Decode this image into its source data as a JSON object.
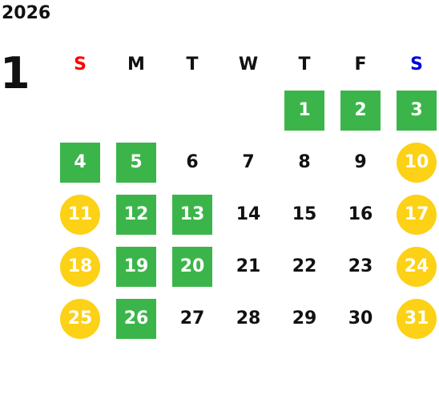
{
  "year": "2026",
  "month": "1",
  "colors": {
    "sunday_header": "#ff0000",
    "saturday_header": "#0000dd",
    "weekday_header": "#111111",
    "green_box": "#3bb54a",
    "yellow_circle": "#fcd116"
  },
  "weekdays": [
    {
      "label": "S",
      "color": "#ff0000"
    },
    {
      "label": "M",
      "color": "#111111"
    },
    {
      "label": "T",
      "color": "#111111"
    },
    {
      "label": "W",
      "color": "#111111"
    },
    {
      "label": "T",
      "color": "#111111"
    },
    {
      "label": "F",
      "color": "#111111"
    },
    {
      "label": "S",
      "color": "#0000dd"
    }
  ],
  "weeks": [
    [
      null,
      null,
      null,
      null,
      {
        "day": "1",
        "style": "green"
      },
      {
        "day": "2",
        "style": "green"
      },
      {
        "day": "3",
        "style": "green"
      }
    ],
    [
      {
        "day": "4",
        "style": "green"
      },
      {
        "day": "5",
        "style": "green"
      },
      {
        "day": "6",
        "style": "plain"
      },
      {
        "day": "7",
        "style": "plain"
      },
      {
        "day": "8",
        "style": "plain"
      },
      {
        "day": "9",
        "style": "plain"
      },
      {
        "day": "10",
        "style": "yellow"
      }
    ],
    [
      {
        "day": "11",
        "style": "yellow"
      },
      {
        "day": "12",
        "style": "green"
      },
      {
        "day": "13",
        "style": "green"
      },
      {
        "day": "14",
        "style": "plain"
      },
      {
        "day": "15",
        "style": "plain"
      },
      {
        "day": "16",
        "style": "plain"
      },
      {
        "day": "17",
        "style": "yellow"
      }
    ],
    [
      {
        "day": "18",
        "style": "yellow"
      },
      {
        "day": "19",
        "style": "green"
      },
      {
        "day": "20",
        "style": "green"
      },
      {
        "day": "21",
        "style": "plain"
      },
      {
        "day": "22",
        "style": "plain"
      },
      {
        "day": "23",
        "style": "plain"
      },
      {
        "day": "24",
        "style": "yellow"
      }
    ],
    [
      {
        "day": "25",
        "style": "yellow"
      },
      {
        "day": "26",
        "style": "green"
      },
      {
        "day": "27",
        "style": "plain"
      },
      {
        "day": "28",
        "style": "plain"
      },
      {
        "day": "29",
        "style": "plain"
      },
      {
        "day": "30",
        "style": "plain"
      },
      {
        "day": "31",
        "style": "yellow"
      }
    ]
  ]
}
